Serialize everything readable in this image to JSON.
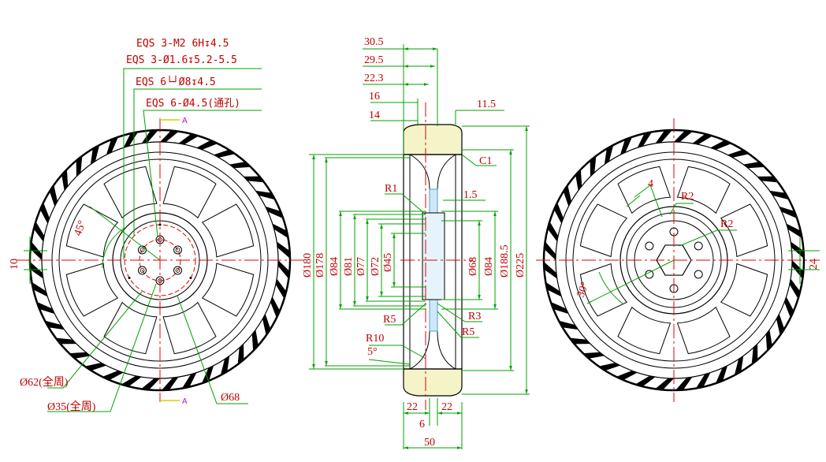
{
  "notes": {
    "thread": "EQS 3-M2 6H↧4.5",
    "pin": "EQS 3-Ø1.6↧5.2-5.5",
    "counterbore": "EQS 6└┘Ø8↧4.5",
    "thru": "EQS 6-Ø4.5(通孔)"
  },
  "left_view": {
    "angle": "45°",
    "offset": "10",
    "d62": "Ø62(全周)",
    "d35": "Ø35(全周)",
    "d68": "Ø68",
    "section_mark_top": "A",
    "section_mark_bottom": "A"
  },
  "section_view": {
    "w30_5": "30.5",
    "w29_5": "29.5",
    "w22_3": "22.3",
    "w16": "16",
    "w14": "14",
    "w11_5": "11.5",
    "c1": "C1",
    "r1": "R1",
    "t1_5": "1.5",
    "r5a": "R5",
    "r3": "R3",
    "r5b": "R5",
    "r10": "R10",
    "a5": "5°",
    "w22a": "22",
    "w22b": "22",
    "w6": "6",
    "w50": "50",
    "d180": "Ø180",
    "d178": "Ø178",
    "d84l": "Ø84",
    "d81": "Ø81",
    "d77": "Ø77",
    "d72": "Ø72",
    "d45": "Ø45",
    "d68": "Ø68",
    "d84r": "Ø84",
    "d188_5": "Ø188.5",
    "d225": "Ø225"
  },
  "right_view": {
    "w4": "4",
    "r2a": "R2",
    "r2b": "R2",
    "angle": "30°",
    "offset": "24"
  },
  "colors": {
    "dimension": "#00a000",
    "text": "#c00000",
    "centerline": "#e00000",
    "outline": "#000000",
    "section_mark": "#d000d0"
  }
}
